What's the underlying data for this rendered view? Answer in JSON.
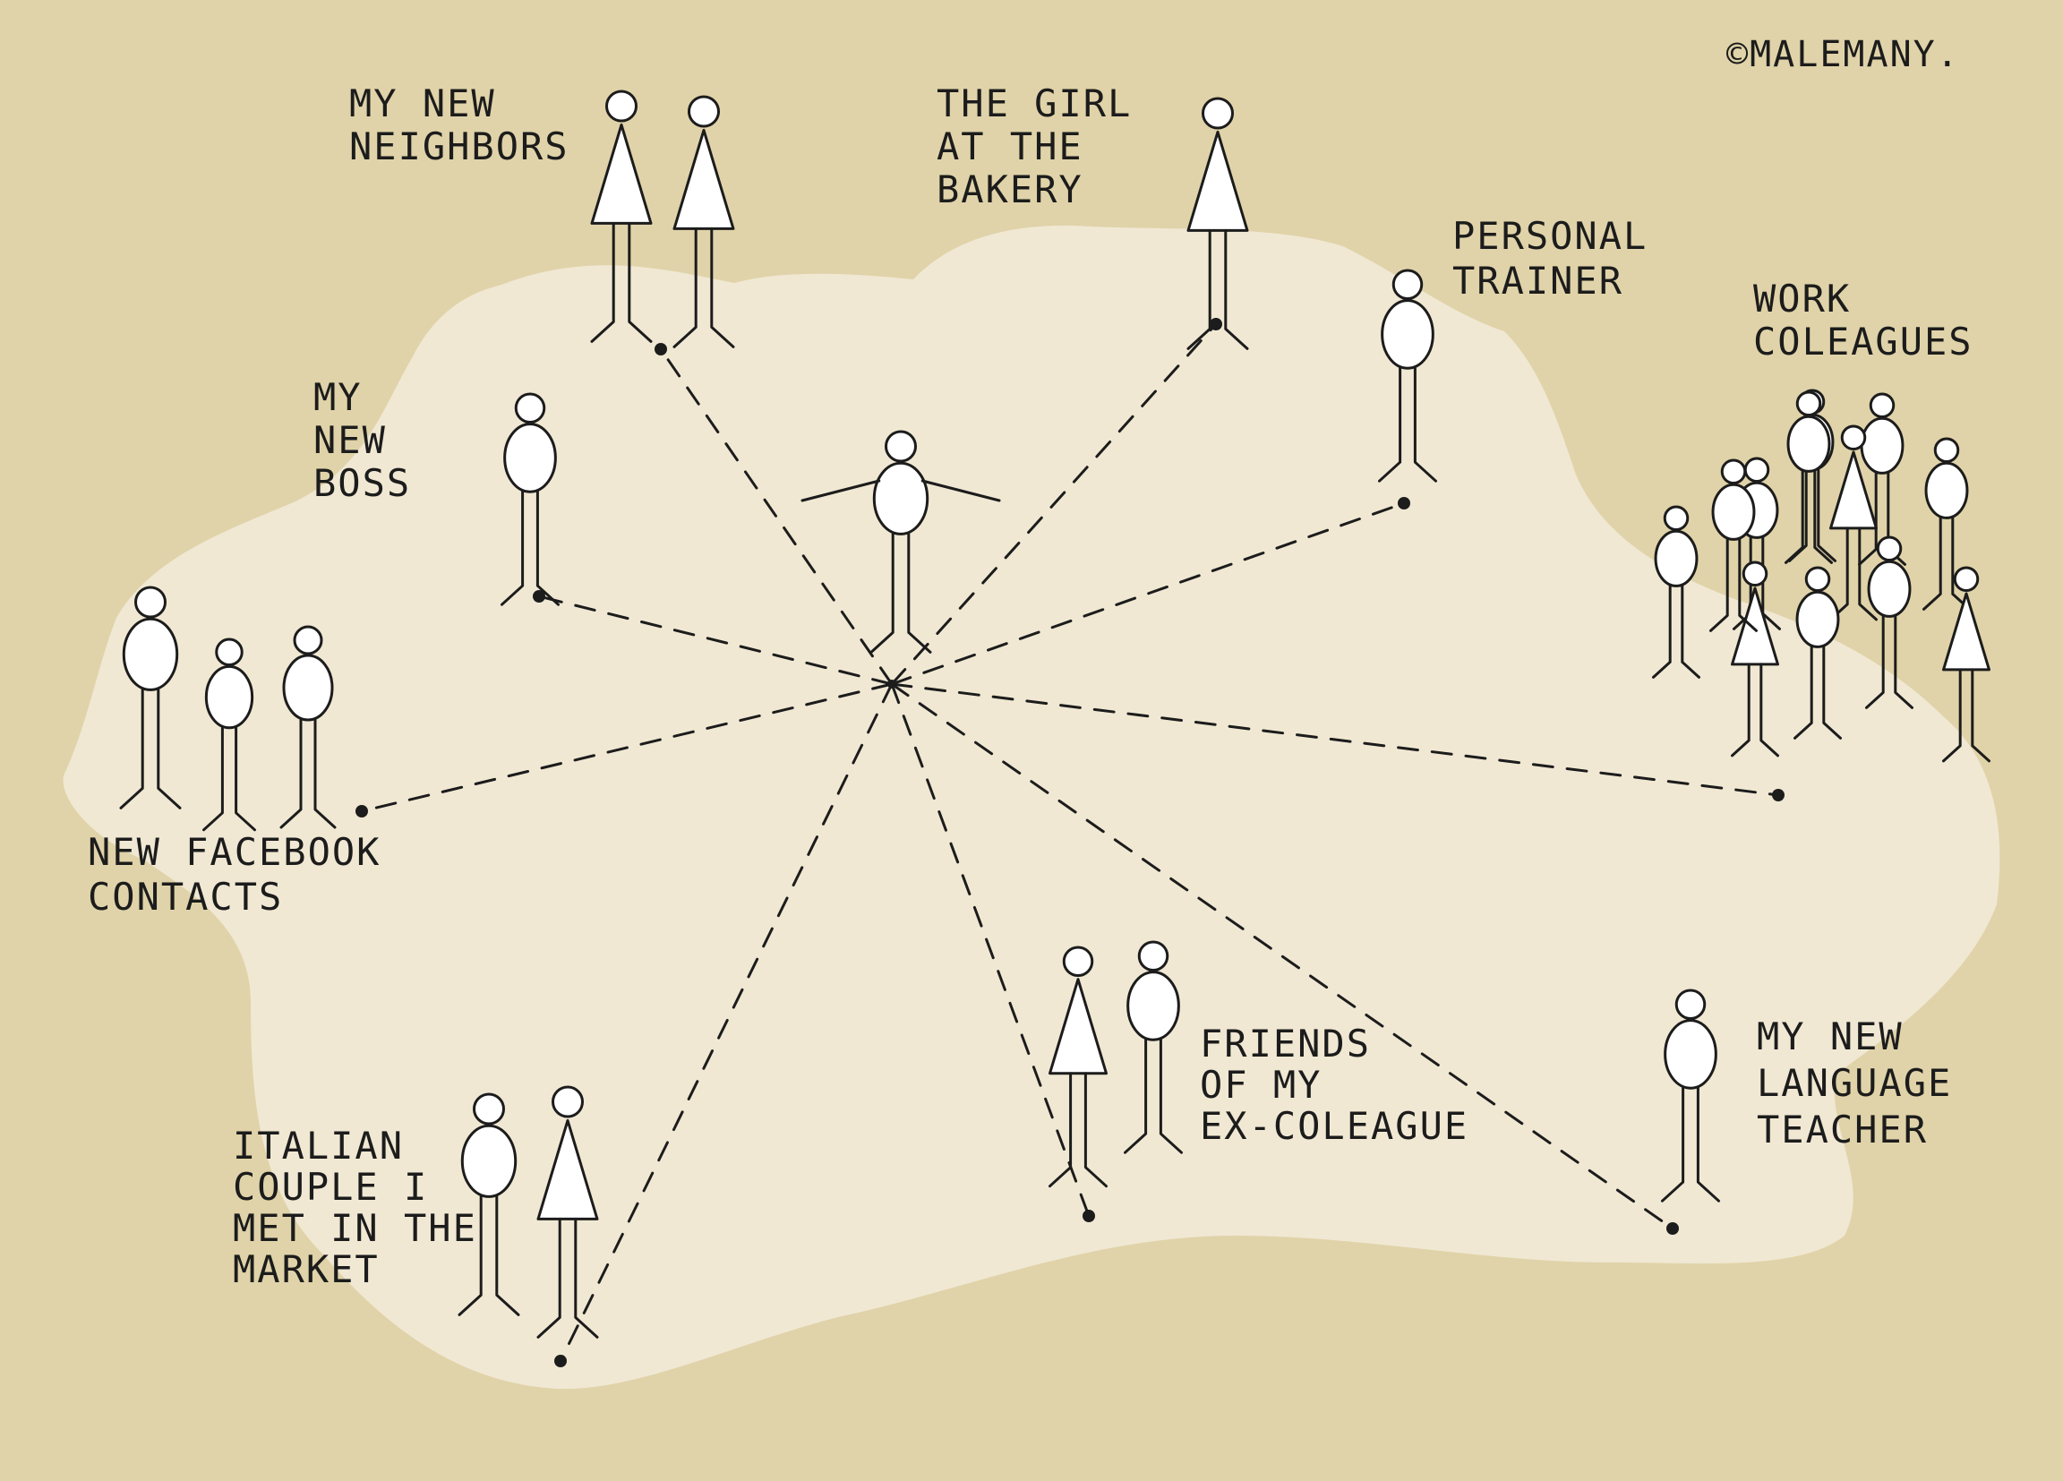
{
  "credit": "©MALEMANY.",
  "colors": {
    "background": "#e0d3a9",
    "blob": "#f0e8d3",
    "ink": "#1c1c1c",
    "figure_fill": "#ffffff"
  },
  "groups": {
    "neighbors": [
      "MY NEW",
      "NEIGHBORS"
    ],
    "bakery": [
      "THE GIRL",
      "AT THE",
      "BAKERY"
    ],
    "trainer": [
      "PERSONAL",
      "TRAINER"
    ],
    "work": [
      "WORK",
      "COLEAGUES"
    ],
    "boss": [
      "MY",
      "NEW",
      "BOSS"
    ],
    "facebook": [
      "NEW FACEBOOK",
      "CONTACTS"
    ],
    "italian": [
      "ITALIAN",
      "COUPLE I",
      "MET IN THE",
      "MARKET"
    ],
    "friends": [
      "FRIENDS",
      "OF MY",
      "EX-COLEAGUE"
    ],
    "teacher": [
      "MY NEW",
      "LANGUAGE",
      "TEACHER"
    ]
  }
}
